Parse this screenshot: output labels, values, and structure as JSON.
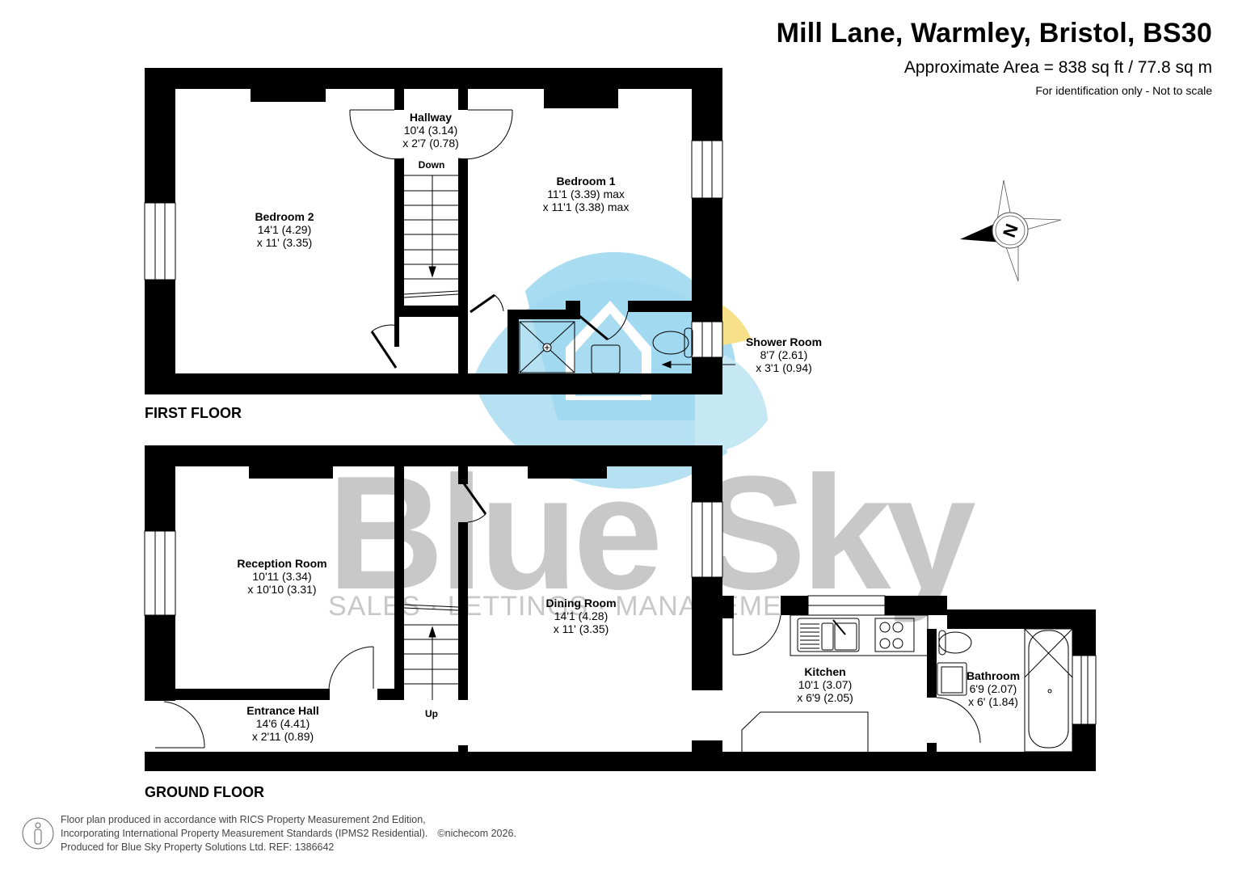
{
  "header": {
    "title": "Mill Lane, Warmley, Bristol, BS30",
    "area": "Approximate Area = 838 sq ft / 77.8 sq m",
    "note": "For identification only - Not to scale"
  },
  "compass": {
    "icon": "compass-north-icon",
    "label": "N"
  },
  "watermark": {
    "brand": "Blue Sky",
    "tagline": "SALES · LETTINGS · MANAGEMENT",
    "colors": {
      "text": "#c8c8c8",
      "blue": "#a9dcf0",
      "yellow": "#f7e08a"
    }
  },
  "first_floor": {
    "label": "FIRST FLOOR",
    "stairs_label": "Down",
    "rooms": [
      {
        "name": "Bedroom 2",
        "dim1": "14'1 (4.29)",
        "dim2": "x 11' (3.35)"
      },
      {
        "name": "Hallway",
        "dim1": "10'4 (3.14)",
        "dim2": "x 2'7 (0.78)"
      },
      {
        "name": "Bedroom 1",
        "dim1": "11'1 (3.39) max",
        "dim2": "x 11'1 (3.38) max"
      },
      {
        "name": "Shower Room",
        "dim1": "8'7 (2.61)",
        "dim2": "x 3'1 (0.94)"
      }
    ]
  },
  "ground_floor": {
    "label": "GROUND FLOOR",
    "stairs_label": "Up",
    "rooms": [
      {
        "name": "Reception Room",
        "dim1": "10'11 (3.34)",
        "dim2": "x 10'10 (3.31)"
      },
      {
        "name": "Dining Room",
        "dim1": "14'1 (4.28)",
        "dim2": "x 11' (3.35)"
      },
      {
        "name": "Entrance Hall",
        "dim1": "14'6 (4.41)",
        "dim2": "x 2'11 (0.89)"
      },
      {
        "name": "Kitchen",
        "dim1": "10'1 (3.07)",
        "dim2": "x 6'9 (2.05)"
      },
      {
        "name": "Bathroom",
        "dim1": "6'9 (2.07)",
        "dim2": "x 6' (1.84)"
      }
    ]
  },
  "footer": {
    "line1": "Floor plan produced in accordance with RICS Property Measurement 2nd Edition,",
    "line2": "Incorporating International Property Measurement Standards (IPMS2 Residential).",
    "copyright": "©nichecom 2026.",
    "line3": "Produced for Blue Sky Property Solutions Ltd.   REF: 1386642"
  }
}
